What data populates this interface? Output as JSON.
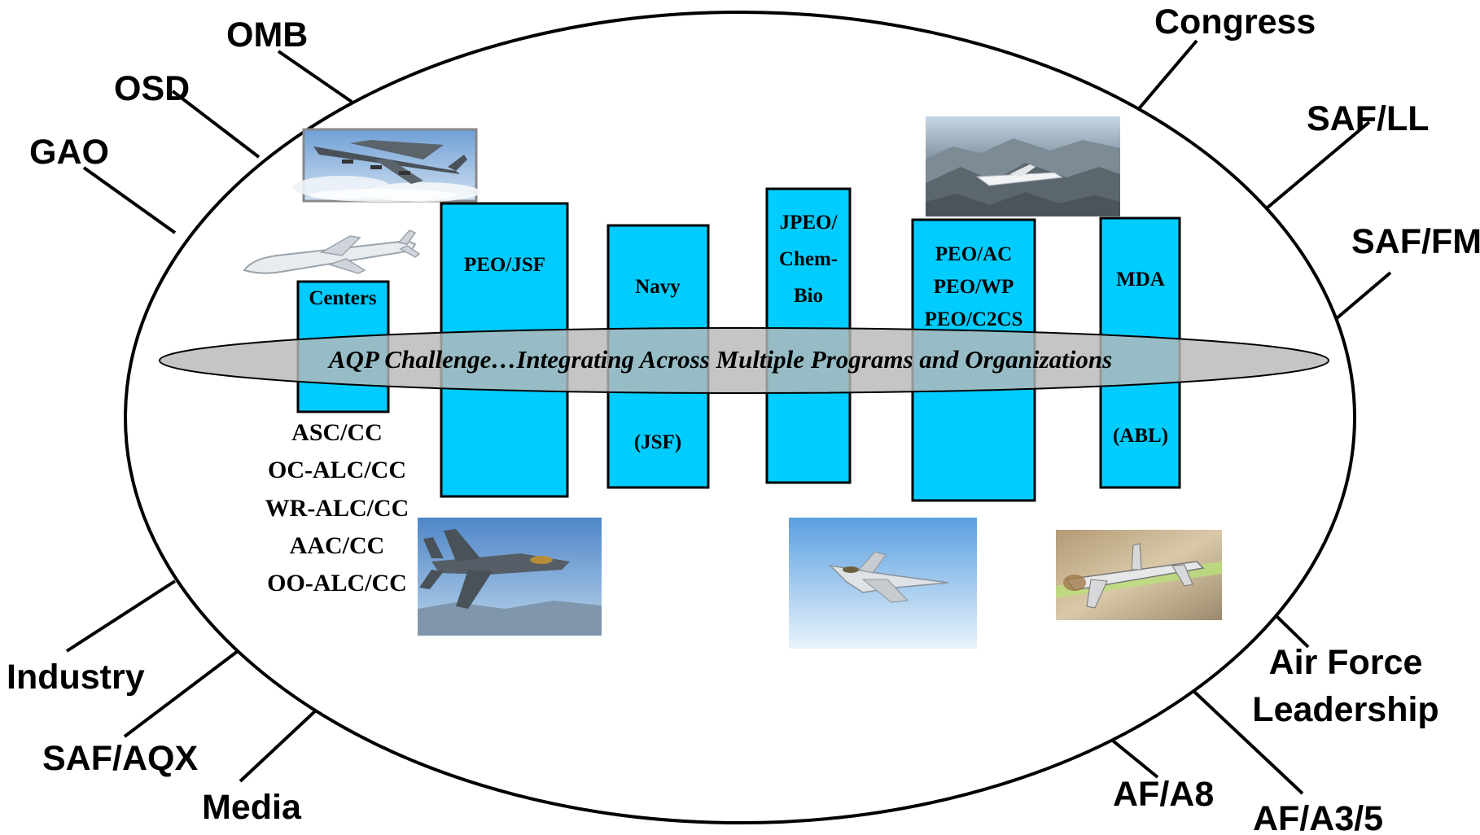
{
  "external_stakeholders": {
    "omb": "OMB",
    "osd": "OSD",
    "gao": "GAO",
    "congress": "Congress",
    "saf_ll": "SAF/LL",
    "saf_fm": "SAF/FM",
    "industry": "Industry",
    "saf_aqx": "SAF/AQX",
    "media": "Media",
    "air_force_leadership_line1": "Air Force",
    "air_force_leadership_line2": "Leadership",
    "af_a8": "AF/A8",
    "af_a3_5": "AF/A3/5"
  },
  "programs": {
    "centers": {
      "label": "Centers"
    },
    "peo_jsf": {
      "label": "PEO/JSF"
    },
    "navy": {
      "label": "Navy",
      "sublabel": "(JSF)"
    },
    "jpeo": {
      "line1": "JPEO/",
      "line2": "Chem-",
      "line3": "Bio"
    },
    "peo_ac": {
      "line1": "PEO/AC",
      "line2": "PEO/WP",
      "line3": "PEO/C2CS"
    },
    "mda": {
      "label": "MDA",
      "sublabel": "(ABL)"
    }
  },
  "centers_list": [
    "ASC/CC",
    "OC-ALC/CC",
    "WR-ALC/CC",
    "AAC/CC",
    "OO-ALC/CC"
  ],
  "band_text": "AQP Challenge…Integrating Across Multiple Programs and Organizations",
  "colors": {
    "box_fill": "#00ccff",
    "band_fill": "#b8b8b8",
    "outline": "#000000"
  },
  "images": [
    "b52-bomber-photo",
    "cruise-missile-photo",
    "jassm-missile-photo",
    "f35-fighter-photo",
    "f22-fighter-photo",
    "abl-airborne-laser-photo"
  ]
}
